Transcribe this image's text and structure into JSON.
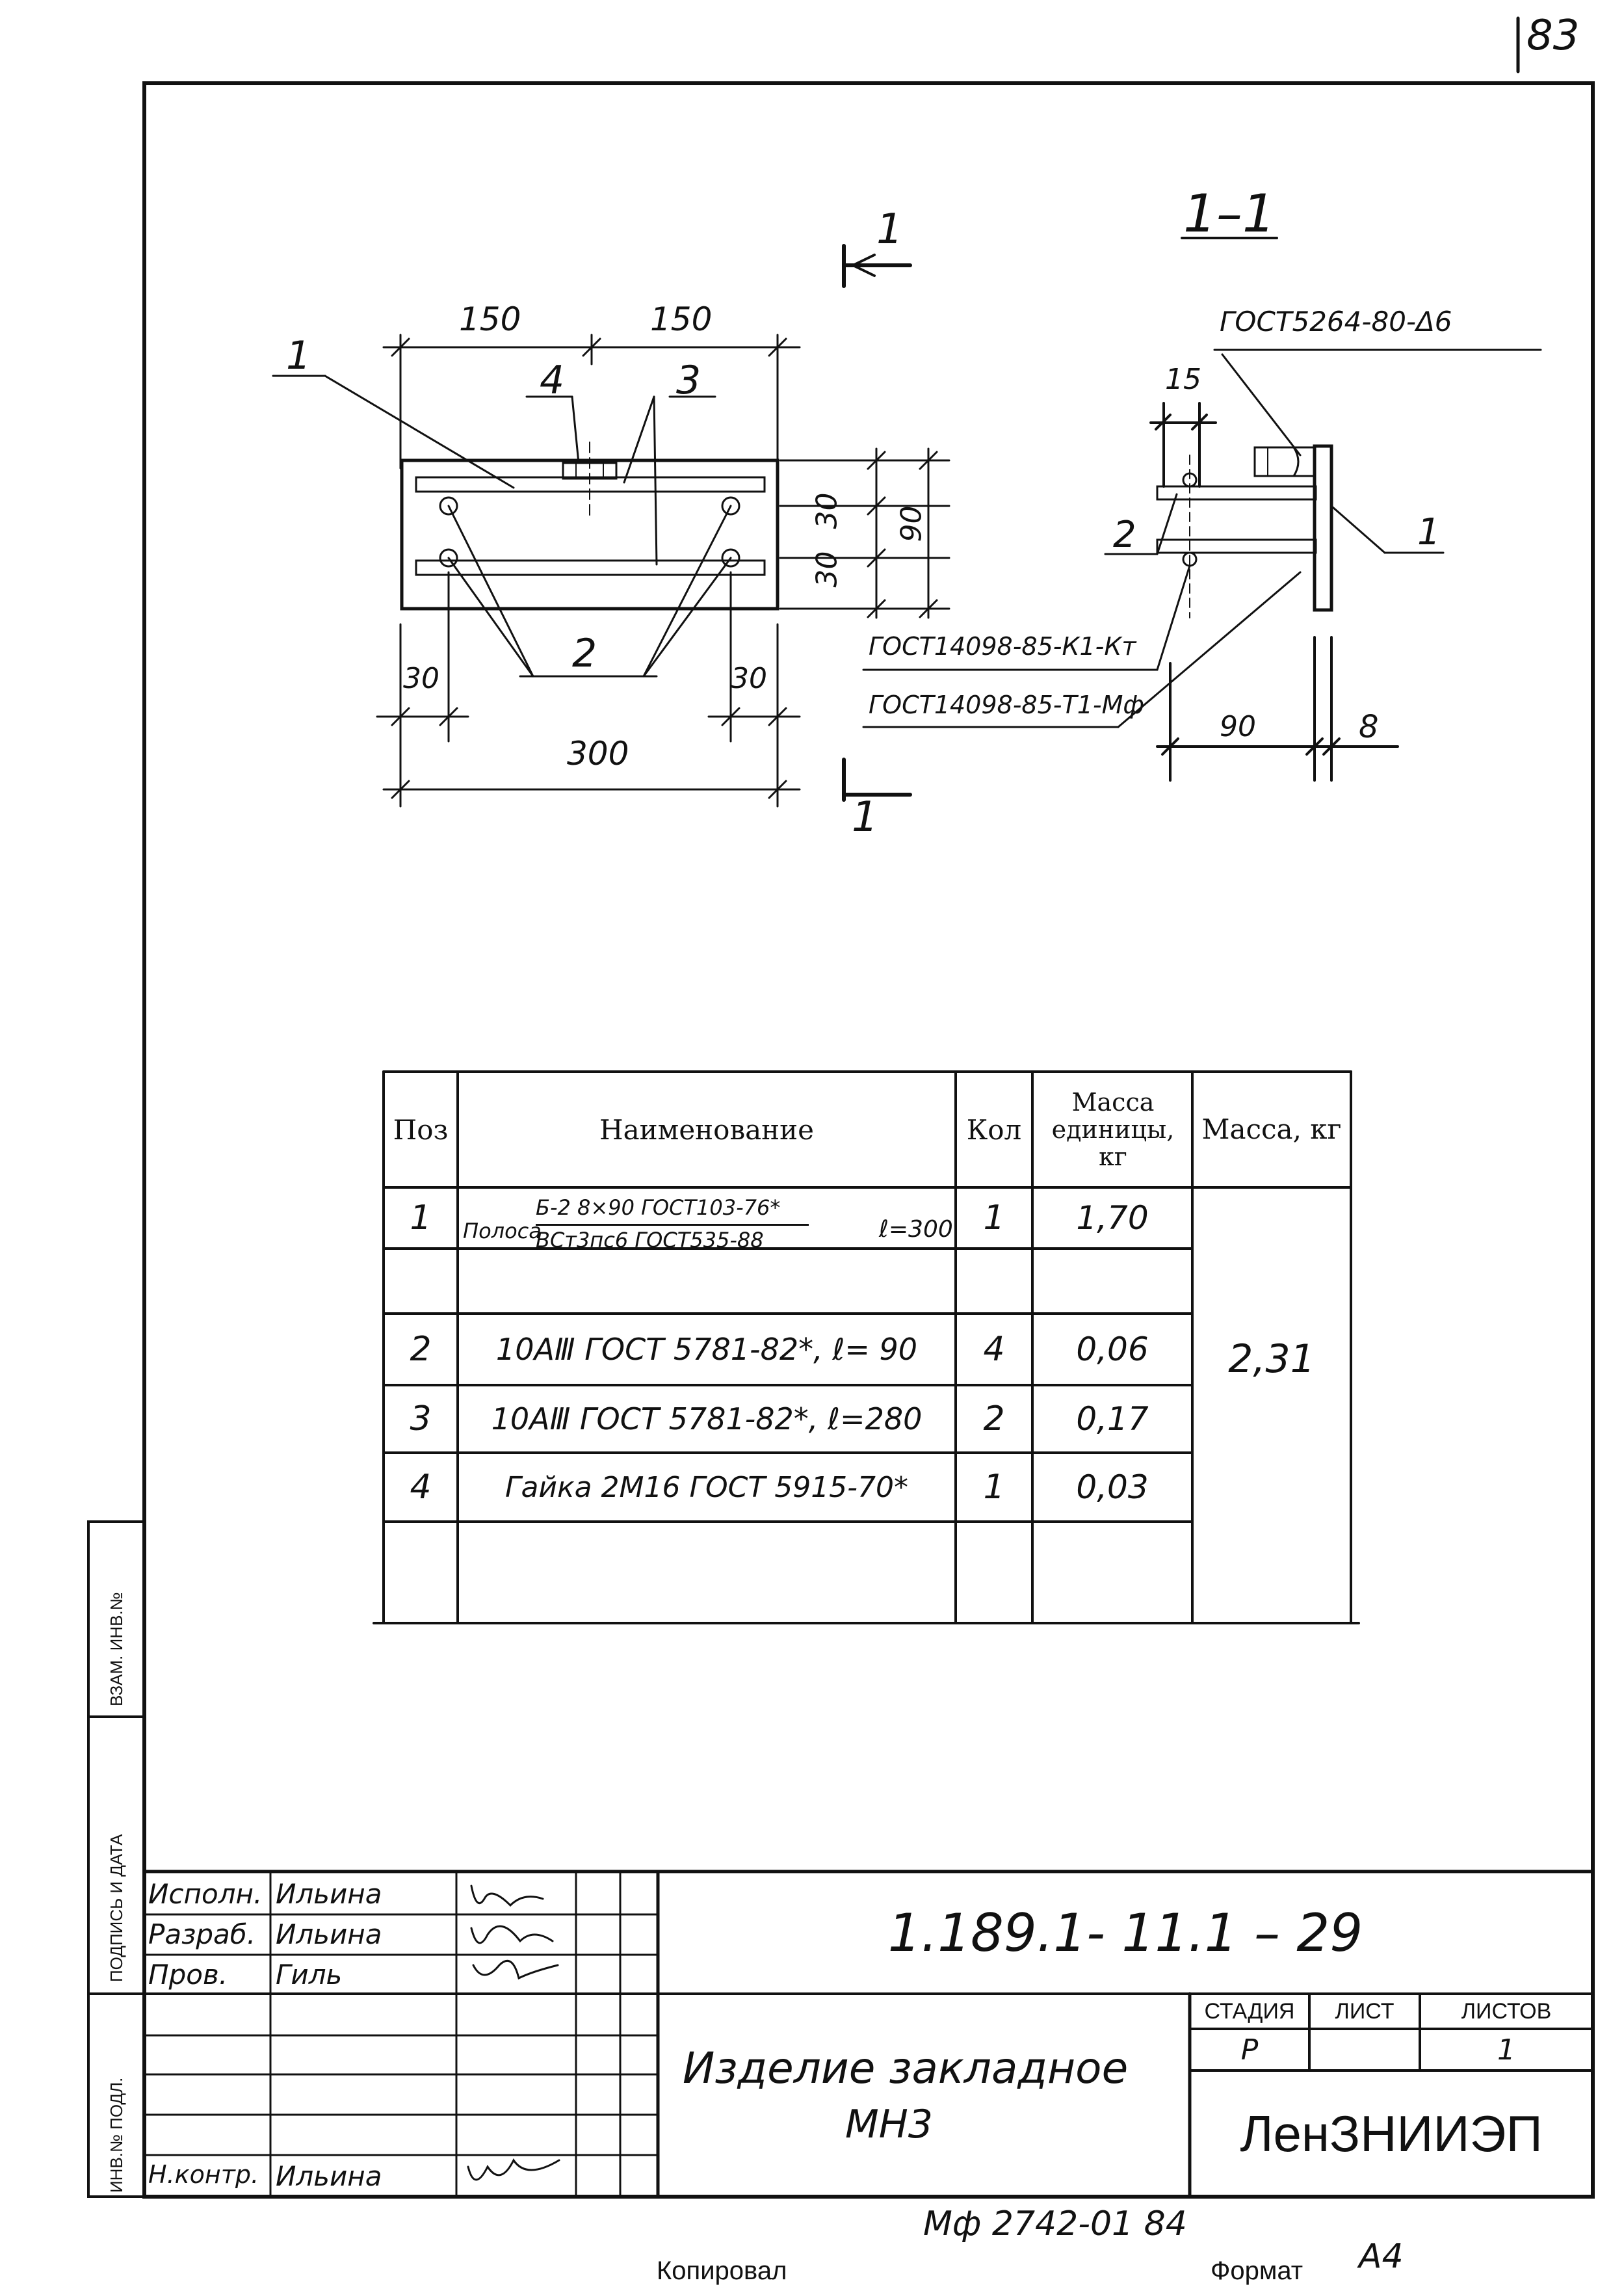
{
  "page_number": "83",
  "drawing": {
    "section_title": "1–1",
    "section_mark": "1",
    "dims": {
      "w150a": "150",
      "w150b": "150",
      "w300": "300",
      "h30a": "30",
      "h30b": "30",
      "h90": "90",
      "left30": "30",
      "right30": "30",
      "side15": "15",
      "side90": "90",
      "side8": "8"
    },
    "callouts": {
      "pos1_front": "1",
      "pos2_front": "2",
      "pos3_front": "3",
      "pos4_front": "4",
      "pos1_side": "1",
      "pos2_side": "2"
    },
    "weld_notes": {
      "top": "ГОСТ5264-80-Δ6",
      "k1": "ГОСТ14098-85-К1-Кт",
      "t1": "ГОСТ14098-85-Т1-Мф"
    }
  },
  "spec_table": {
    "headers": {
      "pos": "Поз",
      "name": "Наименование",
      "qty": "Кол",
      "unit_mass": "Масса единицы, кг",
      "mass": "Масса, кг"
    },
    "rows": [
      {
        "pos": "1",
        "name_prefix": "Полоса",
        "name_num": "Б-2  8×90  ГОСТ103-76*",
        "name_den": "ВСт3пс6  ГОСТ535-88",
        "name_suffix": "ℓ=300",
        "qty": "1",
        "unit_mass": "1,70"
      },
      {
        "pos": "2",
        "name": "10АⅢ ГОСТ 5781-82*, ℓ= 90",
        "qty": "4",
        "unit_mass": "0,06"
      },
      {
        "pos": "3",
        "name": "10АⅢ ГОСТ 5781-82*, ℓ=280",
        "qty": "2",
        "unit_mass": "0,17"
      },
      {
        "pos": "4",
        "name": "Гайка  2М16  ГОСТ 5915-70*",
        "qty": "1",
        "unit_mass": "0,03"
      }
    ],
    "total_mass": "2,31"
  },
  "side_stamp": {
    "inv_vzam": "ВЗАМ. ИНВ.№",
    "sign_date": "ПОДПИСЬ И ДАТА",
    "inv_podl": "ИНВ.№ ПОДЛ."
  },
  "title_block": {
    "people": [
      {
        "role": "Исполн.",
        "name": "Ильина"
      },
      {
        "role": "Разраб.",
        "name": "Ильина"
      },
      {
        "role": "Пров.",
        "name": "Гиль"
      },
      {
        "role": "",
        "name": ""
      },
      {
        "role": "",
        "name": ""
      },
      {
        "role": "",
        "name": ""
      },
      {
        "role": "Н.контр.",
        "name": "Ильина"
      }
    ],
    "doc_code": "1.189.1- 11.1 –  29",
    "item_name_1": "Изделие  закладное",
    "item_name_2": "МН3",
    "stage_label": "СТАДИЯ",
    "sheet_label": "ЛИСТ",
    "sheets_label": "ЛИСТОВ",
    "stage": "Р",
    "sheet": "",
    "sheets": "1",
    "org": "ЛенЗНИИЭП"
  },
  "footer": {
    "archive_code": "Мф 2742-01  84",
    "copied": "Копировал",
    "format_label": "Формат",
    "format_value": "А4"
  }
}
